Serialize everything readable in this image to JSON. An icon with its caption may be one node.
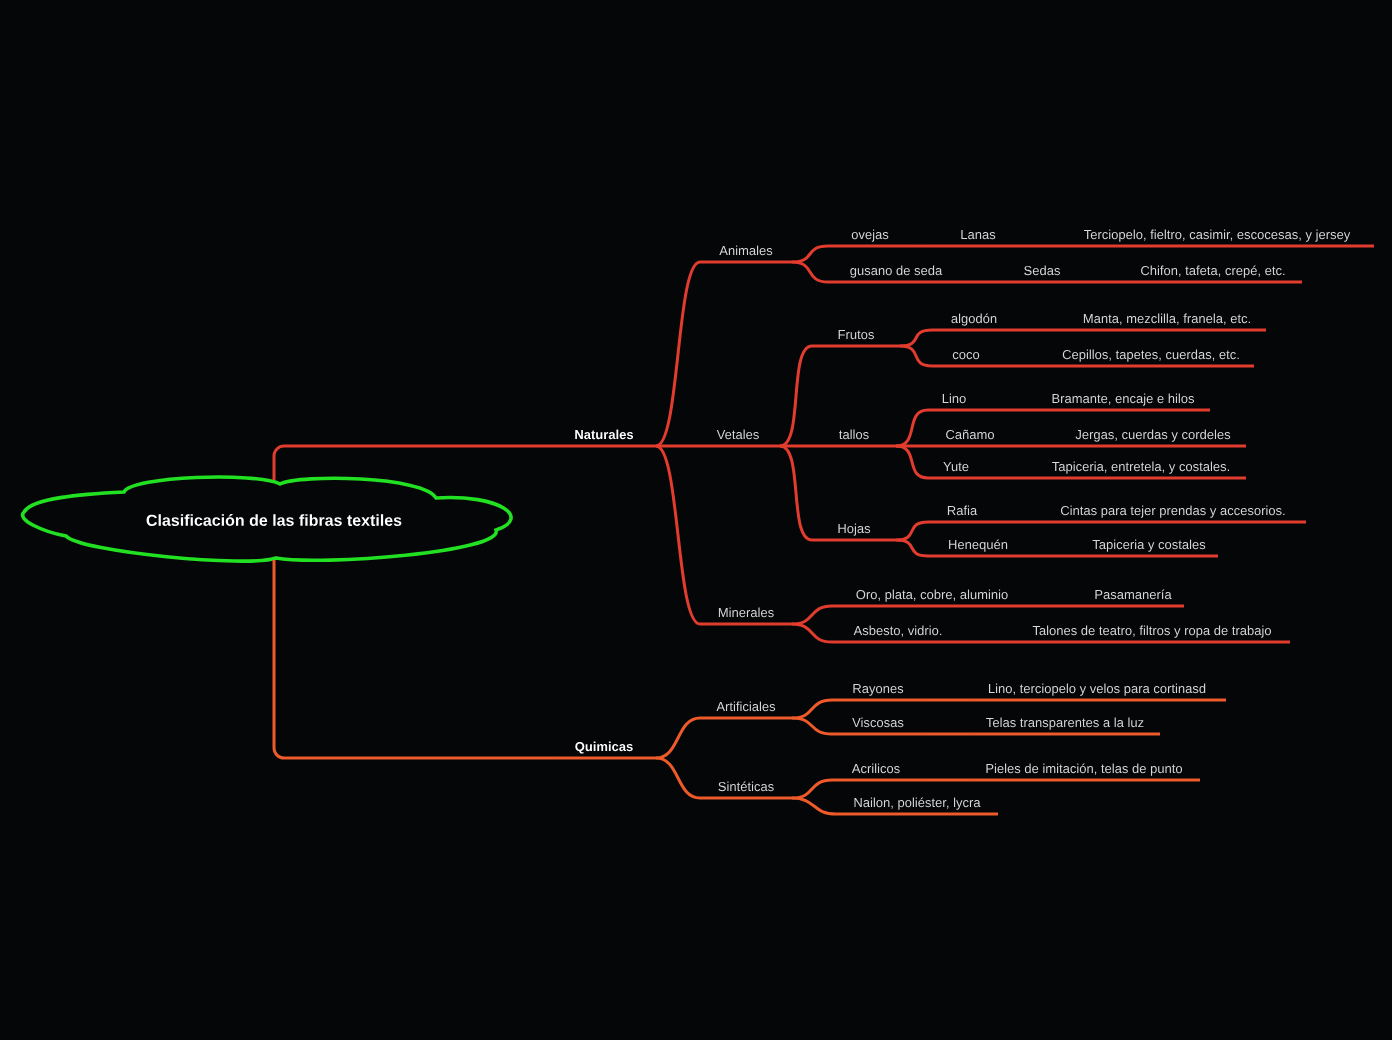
{
  "diagram": {
    "nodes": [
      {
        "text": [
          "Clasificación de las fibras textiles"
        ]
      },
      {
        "text": [
          "Naturales"
        ]
      },
      {
        "text": [
          "Animales"
        ]
      },
      {
        "text": [
          "ovejas"
        ]
      },
      {
        "text": [
          "Lanas"
        ]
      },
      {
        "text": [
          "Terciopelo, fieltro, casimir, escocesas, y jersey"
        ]
      },
      {
        "text": [
          "gusano de seda"
        ]
      },
      {
        "text": [
          "Sedas"
        ]
      },
      {
        "text": [
          "Chifon, tafeta, crepé, etc."
        ]
      },
      {
        "text": [
          "Vetales"
        ]
      },
      {
        "text": [
          "Frutos"
        ]
      },
      {
        "text": [
          "algodón"
        ]
      },
      {
        "text": [
          "Manta, mezclilla, franela, etc."
        ]
      },
      {
        "text": [
          "coco"
        ]
      },
      {
        "text": [
          "Cepillos, tapetes, cuerdas, etc."
        ]
      },
      {
        "text": [
          "tallos"
        ]
      },
      {
        "text": [
          "Lino"
        ]
      },
      {
        "text": [
          "Bramante, encaje e hilos"
        ]
      },
      {
        "text": [
          "Cañamo"
        ]
      },
      {
        "text": [
          "Jergas, cuerdas y cordeles"
        ]
      },
      {
        "text": [
          "Yute"
        ]
      },
      {
        "text": [
          "Tapiceria, entretela, y costales."
        ]
      },
      {
        "text": [
          "Hojas"
        ]
      },
      {
        "text": [
          "Rafia"
        ]
      },
      {
        "text": [
          "Cintas para tejer prendas y accesorios."
        ]
      },
      {
        "text": [
          "Henequén"
        ]
      },
      {
        "text": [
          "Tapiceria y costales"
        ]
      },
      {
        "text": [
          "Minerales"
        ]
      },
      {
        "text": [
          "Oro, plata, cobre, aluminio"
        ]
      },
      {
        "text": [
          "Pasamanería"
        ]
      },
      {
        "text": [
          "Asbesto, vidrio."
        ]
      },
      {
        "text": [
          "Talones de teatro, filtros y ropa de trabajo"
        ]
      },
      {
        "text": [
          "Quimicas"
        ]
      },
      {
        "text": [
          "Artificiales"
        ]
      },
      {
        "text": [
          "Rayones"
        ]
      },
      {
        "text": [
          "Lino, terciopelo y velos para cortinasd"
        ]
      },
      {
        "text": [
          "Viscosas"
        ]
      },
      {
        "text": [
          "Telas transparentes a la luz"
        ]
      },
      {
        "text": [
          "Sintéticas"
        ]
      },
      {
        "text": [
          "Acrilicos"
        ]
      },
      {
        "text": [
          "Pieles de imitación, telas de punto"
        ]
      },
      {
        "text": [
          "Nailon, poliéster, lycra"
        ]
      }
    ],
    "edges": [
      {
        "from": 0,
        "to": 1,
        "arrow": "none"
      },
      {
        "from": 1,
        "to": 2,
        "arrow": "none"
      },
      {
        "from": 2,
        "to": 3,
        "arrow": "none"
      },
      {
        "from": 3,
        "to": 4,
        "arrow": "none"
      },
      {
        "from": 4,
        "to": 5,
        "arrow": "none"
      },
      {
        "from": 2,
        "to": 6,
        "arrow": "none"
      },
      {
        "from": 6,
        "to": 7,
        "arrow": "none"
      },
      {
        "from": 7,
        "to": 8,
        "arrow": "none"
      },
      {
        "from": 1,
        "to": 9,
        "arrow": "none"
      },
      {
        "from": 9,
        "to": 10,
        "arrow": "none"
      },
      {
        "from": 10,
        "to": 11,
        "arrow": "none"
      },
      {
        "from": 11,
        "to": 12,
        "arrow": "none"
      },
      {
        "from": 10,
        "to": 13,
        "arrow": "none"
      },
      {
        "from": 13,
        "to": 14,
        "arrow": "none"
      },
      {
        "from": 9,
        "to": 15,
        "arrow": "none"
      },
      {
        "from": 15,
        "to": 16,
        "arrow": "none"
      },
      {
        "from": 16,
        "to": 17,
        "arrow": "none"
      },
      {
        "from": 15,
        "to": 18,
        "arrow": "none"
      },
      {
        "from": 18,
        "to": 19,
        "arrow": "none"
      },
      {
        "from": 15,
        "to": 20,
        "arrow": "none"
      },
      {
        "from": 20,
        "to": 21,
        "arrow": "none"
      },
      {
        "from": 9,
        "to": 22,
        "arrow": "none"
      },
      {
        "from": 22,
        "to": 23,
        "arrow": "none"
      },
      {
        "from": 23,
        "to": 24,
        "arrow": "none"
      },
      {
        "from": 22,
        "to": 25,
        "arrow": "none"
      },
      {
        "from": 25,
        "to": 26,
        "arrow": "none"
      },
      {
        "from": 1,
        "to": 27,
        "arrow": "none"
      },
      {
        "from": 27,
        "to": 28,
        "arrow": "none"
      },
      {
        "from": 28,
        "to": 29,
        "arrow": "none"
      },
      {
        "from": 27,
        "to": 30,
        "arrow": "none"
      },
      {
        "from": 30,
        "to": 31,
        "arrow": "none"
      },
      {
        "from": 0,
        "to": 32,
        "arrow": "none",
        "color": "#ee5a2a"
      },
      {
        "from": 32,
        "to": 33,
        "arrow": "none",
        "color": "#ee5a2a"
      },
      {
        "from": 33,
        "to": 34,
        "arrow": "none",
        "color": "#ee5a2a"
      },
      {
        "from": 34,
        "to": 35,
        "arrow": "none",
        "color": "#ee5a2a"
      },
      {
        "from": 33,
        "to": 36,
        "arrow": "none",
        "color": "#ee5a2a"
      },
      {
        "from": 36,
        "to": 37,
        "arrow": "none",
        "color": "#ee5a2a"
      },
      {
        "from": 32,
        "to": 38,
        "arrow": "none",
        "color": "#ee5a2a"
      },
      {
        "from": 38,
        "to": 39,
        "arrow": "none",
        "color": "#ee5a2a"
      },
      {
        "from": 39,
        "to": 40,
        "arrow": "none",
        "color": "#ee5a2a"
      },
      {
        "from": 38,
        "to": 41,
        "arrow": "none",
        "color": "#ee5a2a"
      }
    ]
  }
}
